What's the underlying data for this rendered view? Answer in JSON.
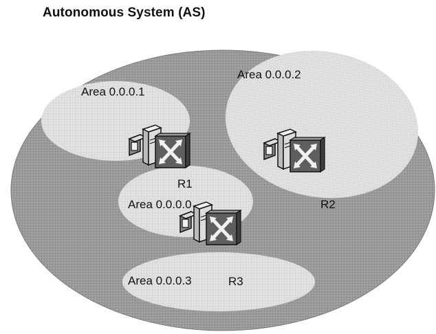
{
  "title": "Autonomous System (AS)",
  "areas": [
    {
      "id": "area1",
      "label": "Area 0.0.0.1"
    },
    {
      "id": "area2",
      "label": "Area 0.0.0.2"
    },
    {
      "id": "area0",
      "label": "Area 0.0.0.0"
    },
    {
      "id": "area3",
      "label": "Area 0.0.0.3"
    }
  ],
  "routers": [
    {
      "id": "r1",
      "label": "R1",
      "icon": "router-icon"
    },
    {
      "id": "r2",
      "label": "R2",
      "icon": "router-icon"
    },
    {
      "id": "r3",
      "label": "R3",
      "icon": "router-icon"
    }
  ],
  "colors": {
    "as_fill": "#9c9c9c",
    "area_fill": "#dcdcdc",
    "text": "#111111"
  }
}
